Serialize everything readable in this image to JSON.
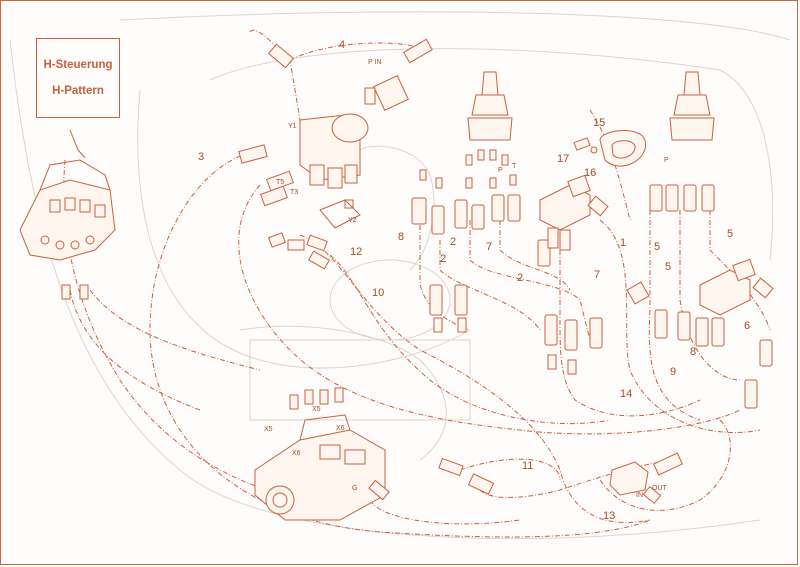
{
  "title_box": {
    "line1": "H-Steuerung",
    "line2": "H-Pattern"
  },
  "callouts": {
    "n1": "1",
    "n2a": "2",
    "n2b": "2",
    "n2c": "2",
    "n3": "3",
    "n4": "4",
    "n5a": "5",
    "n5b": "5",
    "n5c": "5",
    "n6": "6",
    "n7a": "7",
    "n7b": "7",
    "n8a": "8",
    "n8b": "8",
    "n9": "9",
    "n10": "10",
    "n11": "11",
    "n12": "12",
    "n13": "13",
    "n14": "14",
    "n15": "15",
    "n16": "16",
    "n17": "17"
  },
  "port_labels": {
    "p_in": "P IN",
    "y1": "Y1",
    "y2": "Y2",
    "t5": "T5",
    "t3": "T3",
    "x5a": "X5",
    "x5b": "X5",
    "x6a": "X6",
    "x6b": "X6",
    "g": "G",
    "out": "OUT",
    "in": "IN",
    "p_top": "P",
    "t_top": "T",
    "p_right": "P"
  },
  "colors": {
    "line": "#c8603c",
    "ghost": "#d8d0cc",
    "accent": "#b85530"
  }
}
